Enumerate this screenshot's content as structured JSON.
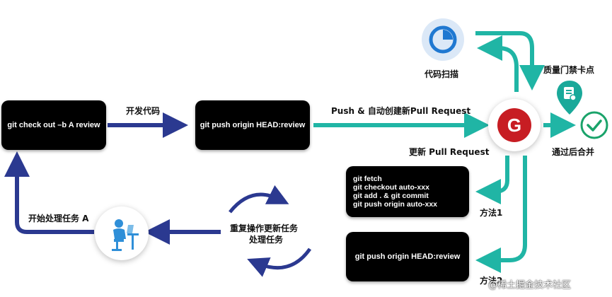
{
  "nodes": {
    "checkout": "git check out –b A review",
    "push_review": "git push origin HEAD:review",
    "method1_cmds": [
      "git fetch",
      "git checkout auto-xxx",
      "git add . & git commit",
      "git push origin auto-xxx"
    ],
    "method2_cmd": "git push origin HEAD:review"
  },
  "labels": {
    "develop": "开发代码",
    "auto_pr": "Push & 自动创建新Pull Request",
    "update_pr": "更新 Pull Request",
    "scan": "代码扫描",
    "gate": "质量门禁卡点",
    "merge": "通过后合并",
    "method1": "方法1",
    "method2": "方法2",
    "start_task": "开始处理任务 A",
    "repeat_line1": "重复操作更新任务",
    "repeat_line2": "处理任务",
    "watermark": "@稀土掘金技术社区"
  },
  "logo": {
    "letter": "G"
  },
  "colors": {
    "navy": "#2b3990",
    "teal": "#20b5a5",
    "gitee_red": "#c71d23",
    "scan_blue": "#1f78d1",
    "gate_teal": "#1aa99a",
    "check_green": "#1aa36a"
  },
  "icons": [
    "scan-pie-icon",
    "gitee-logo-icon",
    "gate-pin-icon",
    "check-circle-icon",
    "person-at-desk-icon"
  ]
}
